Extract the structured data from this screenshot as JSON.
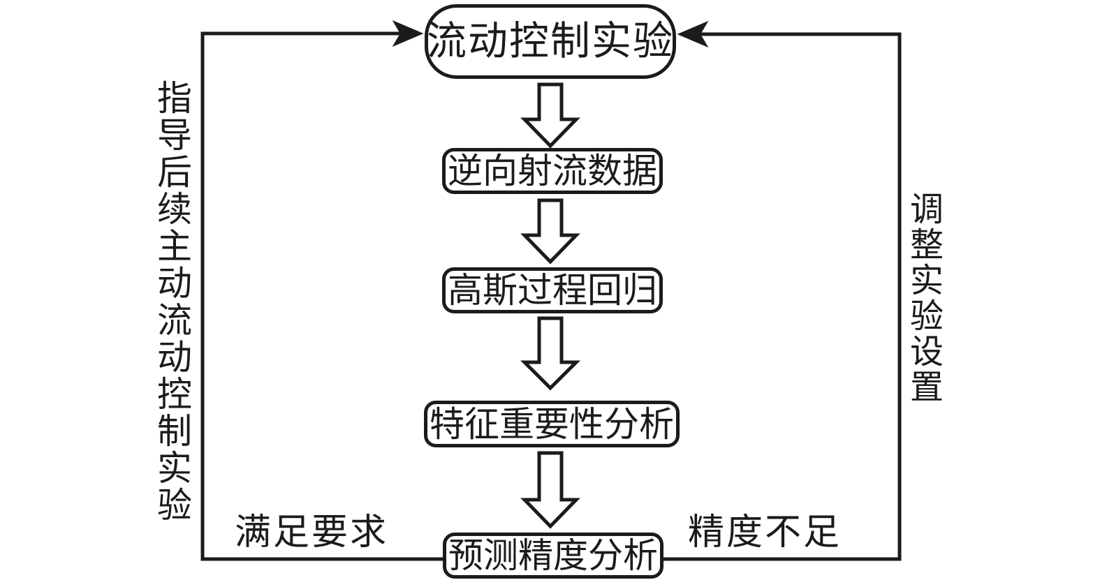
{
  "diagram": {
    "title_hint": "GPR-based active flow control workflow",
    "nodes": [
      {
        "id": "flow-control-experiment",
        "label": "流动控制实验"
      },
      {
        "id": "reverse-jet-data",
        "label": "逆向射流数据"
      },
      {
        "id": "gaussian-process-regression",
        "label": "高斯过程回归"
      },
      {
        "id": "feature-importance-analysis",
        "label": "特征重要性分析"
      },
      {
        "id": "prediction-accuracy-analysis",
        "label": "预测精度分析"
      }
    ],
    "edge_labels": {
      "satisfy_requirement": "满足要求",
      "insufficient_accuracy": "精度不足",
      "left_feedback": "指导后续主动流动控制实验",
      "right_feedback": "调整实验设置"
    },
    "colors": {
      "stroke": "#1b1b1b",
      "background": "#ffffff"
    }
  }
}
